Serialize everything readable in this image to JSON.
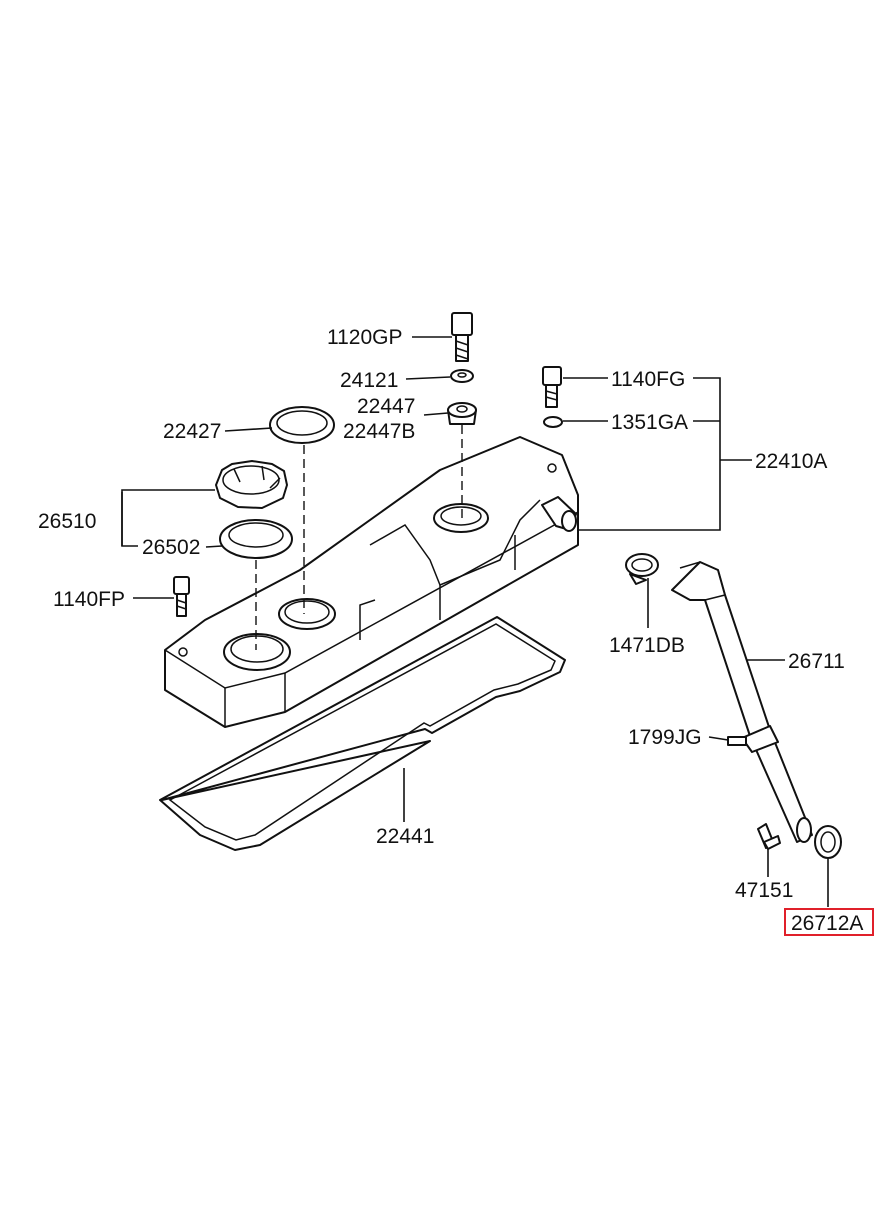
{
  "diagram": {
    "highlight_color": "#e0202a",
    "labels": {
      "p1120GP": "1120GP",
      "p24121": "24121",
      "p22447": "22447",
      "p22447B": "22447B",
      "p22427": "22427",
      "p26510": "26510",
      "p26502": "26502",
      "p1140FP": "1140FP",
      "p1140FG": "1140FG",
      "p1351GA": "1351GA",
      "p22410A": "22410A",
      "p1471DB": "1471DB",
      "p26711": "26711",
      "p1799JG": "1799JG",
      "p22441": "22441",
      "p47151": "47151",
      "p26712A": "26712A"
    }
  }
}
